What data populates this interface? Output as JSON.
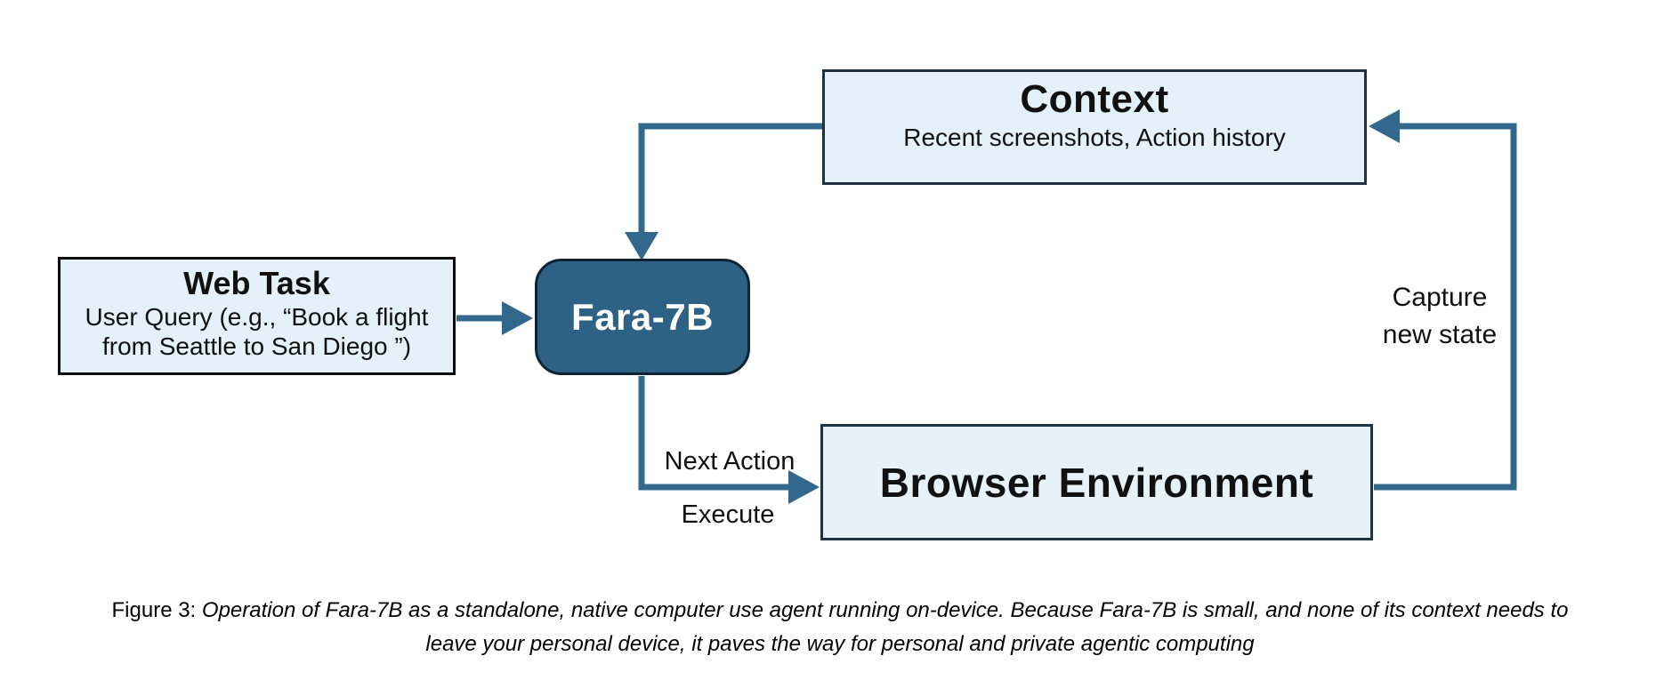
{
  "figure": {
    "nodes": {
      "context": {
        "title": "Context",
        "subtitle": "Recent screenshots, Action history"
      },
      "web_task": {
        "title": "Web Task",
        "body_line1": "User Query (e.g., “Book a flight",
        "body_line2": "from Seattle to San Diego ”)"
      },
      "fara": {
        "label": "Fara-7B"
      },
      "browser": {
        "title": "Browser Environment"
      }
    },
    "edge_labels": {
      "next_action": "Next Action",
      "execute": "Execute",
      "capture_line1": "Capture",
      "capture_line2": "new state"
    },
    "colors": {
      "arrow": "#31688c",
      "node_fill_light": "#e4f1f8",
      "node_fill_dark": "#2e6284",
      "node_border_dark": "#1e3440",
      "web_task_border": "#0d0d0d",
      "text_dark": "#111111",
      "text_light": "#ffffff"
    }
  },
  "caption": {
    "prefix": "Figure 3: ",
    "line1_italic": "Operation of Fara-7B as a standalone, native computer use agent running on-device. Because Fara-7B is small, and none of its context needs to",
    "line2_italic": "leave your personal device, it paves the way for personal and private agentic computing"
  }
}
